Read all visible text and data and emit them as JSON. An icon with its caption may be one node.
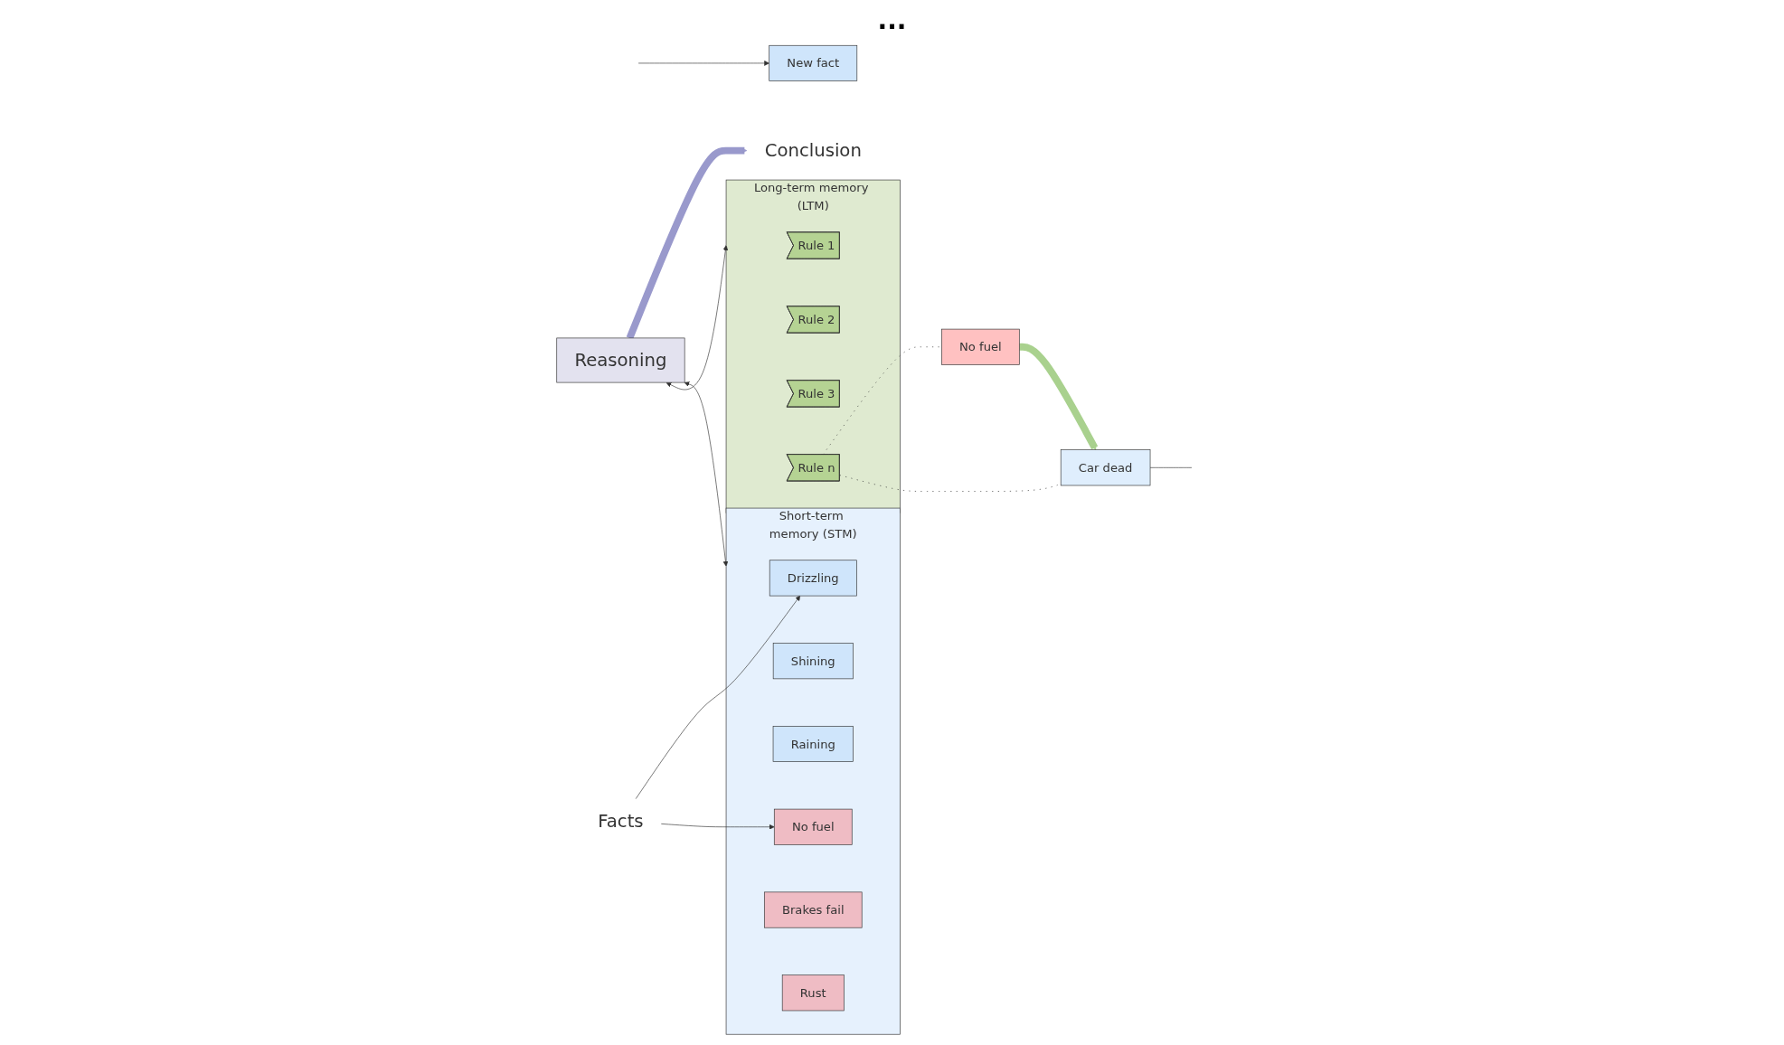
{
  "diagram": {
    "nodes": [
      {
        "text": [
          "Facts"
        ]
      },
      {
        "text": [
          "Short-term memory (STM)"
        ]
      },
      {
        "text": [
          "Drizzling"
        ],
        "in": 1
      },
      {
        "text": [
          "Shining"
        ],
        "in": 1
      },
      {
        "text": [
          "Raining"
        ],
        "in": 1
      },
      {
        "text": [
          "No fuel"
        ],
        "in": 1
      },
      {
        "text": [
          "Brakes fail"
        ],
        "in": 1
      },
      {
        "text": [
          "Rust"
        ],
        "in": 1
      },
      {
        "text": [
          "New fact"
        ]
      },
      {
        "text": [
          "Long-term memory (LTM)"
        ]
      },
      {
        "text": [
          "Rule 1"
        ],
        "in": 9
      },
      {
        "text": [
          "Rule 2"
        ],
        "in": 9
      },
      {
        "text": [
          "Rule 3"
        ],
        "in": 9
      },
      {
        "text": [
          "Rule n"
        ],
        "in": 9
      },
      {
        "text": [
          "Reasoning"
        ]
      },
      {
        "text": [
          "Conclusion"
        ]
      },
      {
        "text": [
          "No fuel"
        ]
      },
      {
        "text": [
          "Car dead"
        ]
      }
    ],
    "edges": [
      {
        "from": 0,
        "to": 2,
        "arrow": "to"
      },
      {
        "from": 0,
        "to": 5,
        "arrow": "to"
      },
      {
        "from": 14,
        "to": 1,
        "arrow": "both"
      },
      {
        "from": 14,
        "to": 9,
        "arrow": "both"
      },
      {
        "from": 14,
        "to": 15,
        "arrow": "to",
        "style": "thick",
        "color": "#9999cc"
      },
      {
        "from": null,
        "to": 8,
        "arrow": "to"
      },
      {
        "from": 13,
        "to": 16,
        "arrow": "none",
        "style": "dashed"
      },
      {
        "from": 13,
        "to": 17,
        "arrow": "none",
        "style": "dashed"
      },
      {
        "from": 16,
        "to": 17,
        "arrow": "to",
        "style": "thick",
        "color": "#a9d18e"
      },
      {
        "from": 17,
        "to": null,
        "arrow": "none"
      }
    ],
    "labels": [
      "..."
    ]
  }
}
